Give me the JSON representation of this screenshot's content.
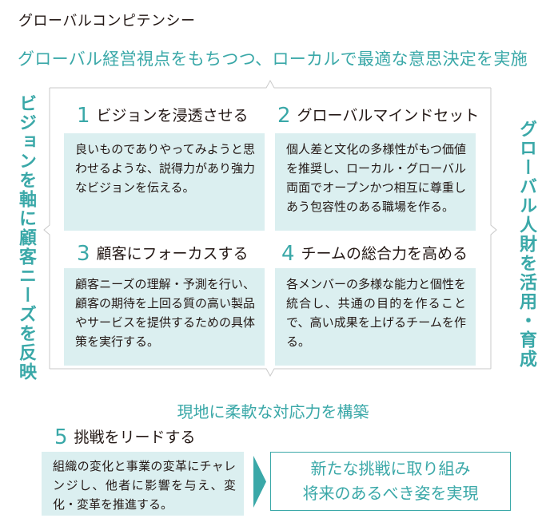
{
  "title": "グローバルコンピテンシー",
  "subtitle": "グローバル経営視点をもちつつ、ローカルで最適な意思決定を実施",
  "left_vertical": "ビジョンを軸に顧客ニーズを反映",
  "right_vertical": "グローバル人財を活用・育成",
  "boxes": [
    {
      "num": "1",
      "title": "ビジョンを浸透させる",
      "text": "良いものでありやってみようと思わせるような、説得力があり強力なビジョンを伝える。"
    },
    {
      "num": "2",
      "title": "グローバルマインドセット",
      "text": "個人差と文化の多様性がもつ価値を推奨し、ローカル・グローバル両面でオープンかつ相互に尊重しあう包容性のある職場を作る。"
    },
    {
      "num": "3",
      "title": "顧客にフォーカスする",
      "text": "顧客ニーズの理解・予測を行い、顧客の期待を上回る質の高い製品やサービスを提供するための具体策を実行する。"
    },
    {
      "num": "4",
      "title": "チームの総合力を高める",
      "text": "各メンバーの多様な能力と個性を統合し、共通の目的を作ることで、高い成果を上げるチームを作る。"
    }
  ],
  "bottom_line": "現地に柔軟な対応力を構築",
  "item5": {
    "num": "5",
    "title": "挑戦をリードする",
    "text": "組織の変化と事業の変革にチャレンジし、他者に影響を与え、変化・変革を推進する。"
  },
  "result": {
    "line1": "新たな挑戦に取り組み",
    "line2": "将来のあるべき姿を実現"
  },
  "colors": {
    "accent": "#3aa8a8",
    "panel": "#dbeff0",
    "frame": "#c9c9c9",
    "text": "#231815"
  }
}
